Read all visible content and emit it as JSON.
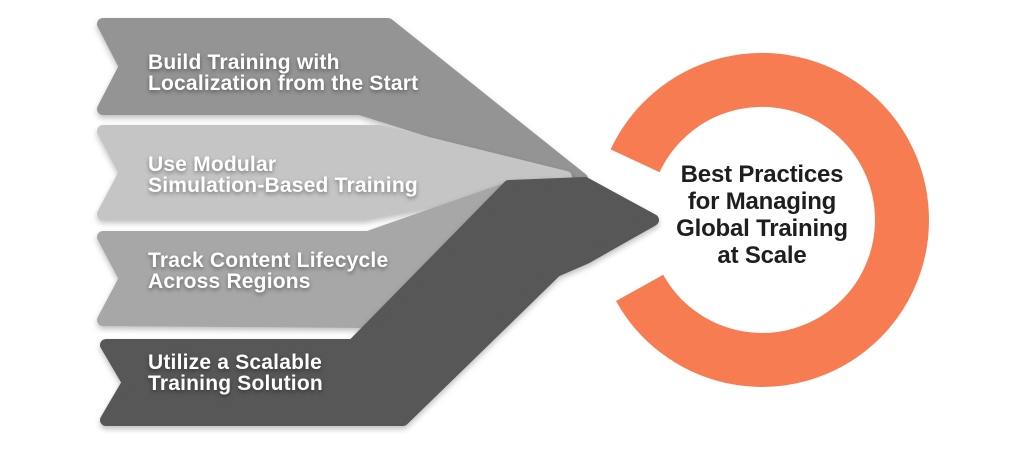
{
  "diagram": {
    "background": "#FFFFFF",
    "steps": [
      {
        "lines": [
          "Build Training with",
          "Localization from the Start"
        ],
        "color": "#949494"
      },
      {
        "lines": [
          "Use Modular",
          "Simulation-Based Training"
        ],
        "color": "#C5C5C5"
      },
      {
        "lines": [
          "Track Content Lifecycle",
          "Across Regions"
        ],
        "color": "#A7A7A7"
      },
      {
        "lines": [
          "Utilize a Scalable",
          "Training Solution"
        ],
        "color": "#575757"
      }
    ],
    "label_text_color": "#FFFFFF",
    "arrow_color": "#575757",
    "center": {
      "lines": [
        "Best Practices",
        "for Managing",
        "Global Training",
        "at Scale"
      ],
      "ring_color": "#F77C52",
      "text_color": "#1E1E1E"
    }
  }
}
